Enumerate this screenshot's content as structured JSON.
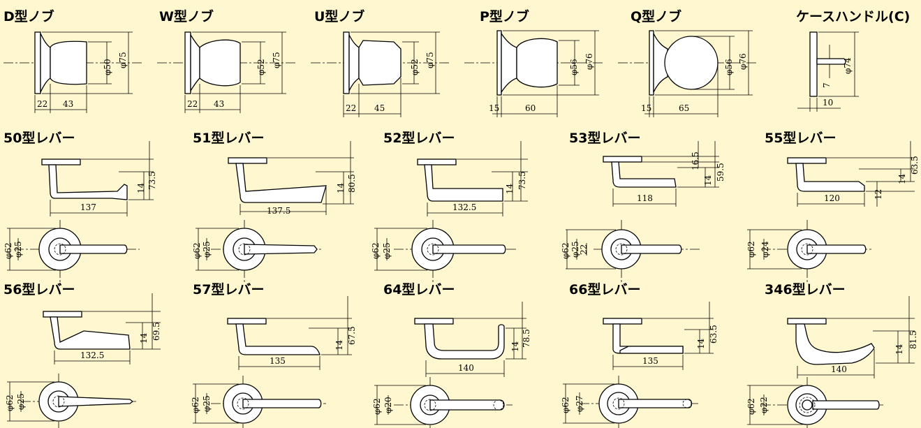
{
  "knobs": [
    {
      "title": "D型ノブ",
      "dims": {
        "dia_inner": "φ50",
        "dia_outer": "φ75",
        "len_a": "22",
        "len_b": "43"
      }
    },
    {
      "title": "W型ノブ",
      "dims": {
        "dia_inner": "φ52",
        "dia_outer": "φ75",
        "len_a": "22",
        "len_b": "43"
      }
    },
    {
      "title": "U型ノブ",
      "dims": {
        "dia_inner": "φ52",
        "dia_outer": "φ75",
        "len_a": "22",
        "len_b": "45"
      }
    },
    {
      "title": "P型ノブ",
      "dims": {
        "dia_inner": "φ56",
        "dia_outer": "φ76",
        "len_a": "15",
        "len_b": "60"
      }
    },
    {
      "title": "Q型ノブ",
      "dims": {
        "dia_inner": "φ56",
        "dia_outer": "φ76",
        "len_a": "15",
        "len_b": "65"
      }
    },
    {
      "title": "ケースハンドル(C)",
      "dims": {
        "dia": "φ74",
        "small": "7",
        "width": "10"
      }
    }
  ],
  "levers_row1": [
    {
      "title": "50型レバー",
      "dims": {
        "h_small": "14",
        "h_total": "73.5",
        "length": "137",
        "rose_outer": "φ62",
        "rose_inner": "φ25"
      }
    },
    {
      "title": "51型レバー",
      "dims": {
        "h_small": "14",
        "h_total": "80.5",
        "length": "137.5",
        "rose_outer": "φ62",
        "rose_inner": "φ25"
      }
    },
    {
      "title": "52型レバー",
      "dims": {
        "h_small": "14",
        "h_total": "73.5",
        "length": "132.5",
        "rose_outer": "φ62",
        "rose_inner": "φ25"
      }
    },
    {
      "title": "53型レバー",
      "dims": {
        "h_top": "16.5",
        "h_small": "14",
        "h_total": "59.5",
        "length": "118",
        "rose_outer": "φ62",
        "rose_inner": "φ25",
        "rose_extra": "22"
      }
    },
    {
      "title": "55型レバー",
      "dims": {
        "h_small": "14",
        "h_total": "63.5",
        "h_bottom": "12",
        "length": "120",
        "rose_outer": "φ62",
        "rose_inner": "φ24"
      }
    }
  ],
  "levers_row2": [
    {
      "title": "56型レバー",
      "dims": {
        "h_small": "14",
        "h_total": "69.5",
        "length": "132.5",
        "rose_outer": "φ62",
        "rose_inner": "φ25"
      }
    },
    {
      "title": "57型レバー",
      "dims": {
        "h_small": "14",
        "h_total": "67.5",
        "length": "135",
        "rose_outer": "φ62",
        "rose_inner": "φ25"
      }
    },
    {
      "title": "64型レバー",
      "dims": {
        "h_small": "14",
        "h_total": "78.5",
        "length": "140",
        "rose_outer": "φ62",
        "rose_inner": "φ20"
      }
    },
    {
      "title": "66型レバー",
      "dims": {
        "h_small": "14",
        "h_total": "63.5",
        "length": "135",
        "rose_outer": "φ62",
        "rose_inner": "φ27"
      }
    },
    {
      "title": "346型レバー",
      "dims": {
        "h_small": "14",
        "h_total": "81.5",
        "length": "140",
        "rose_outer": "φ62",
        "rose_inner": "φ22"
      }
    }
  ]
}
